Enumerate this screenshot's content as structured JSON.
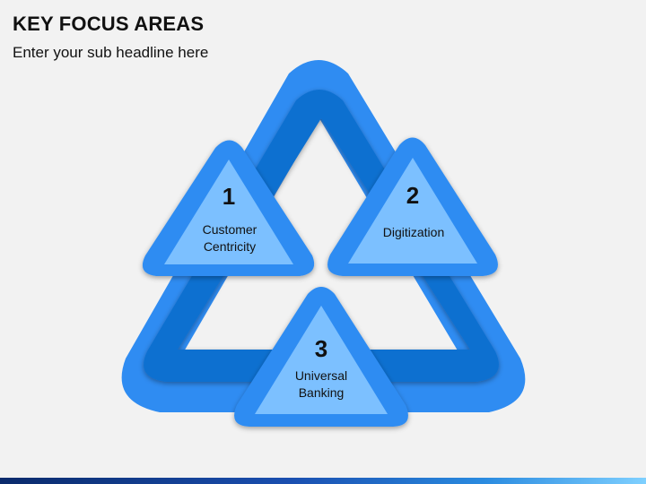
{
  "header": {
    "title": "KEY FOCUS AREAS",
    "subtitle": "Enter your sub headline here"
  },
  "colors": {
    "outer_ring": "#2f8cf2",
    "inner_ring": "#0b6fd0",
    "triangle_border": "#2f8cf2",
    "triangle_fill": "#7cc0ff",
    "background": "#f2f2f2",
    "text": "#111111"
  },
  "focus_areas": [
    {
      "number": "1",
      "label_line1": "Customer",
      "label_line2": "Centricity"
    },
    {
      "number": "2",
      "label_line1": "Digitization",
      "label_line2": ""
    },
    {
      "number": "3",
      "label_line1": "Universal",
      "label_line2": "Banking"
    }
  ]
}
